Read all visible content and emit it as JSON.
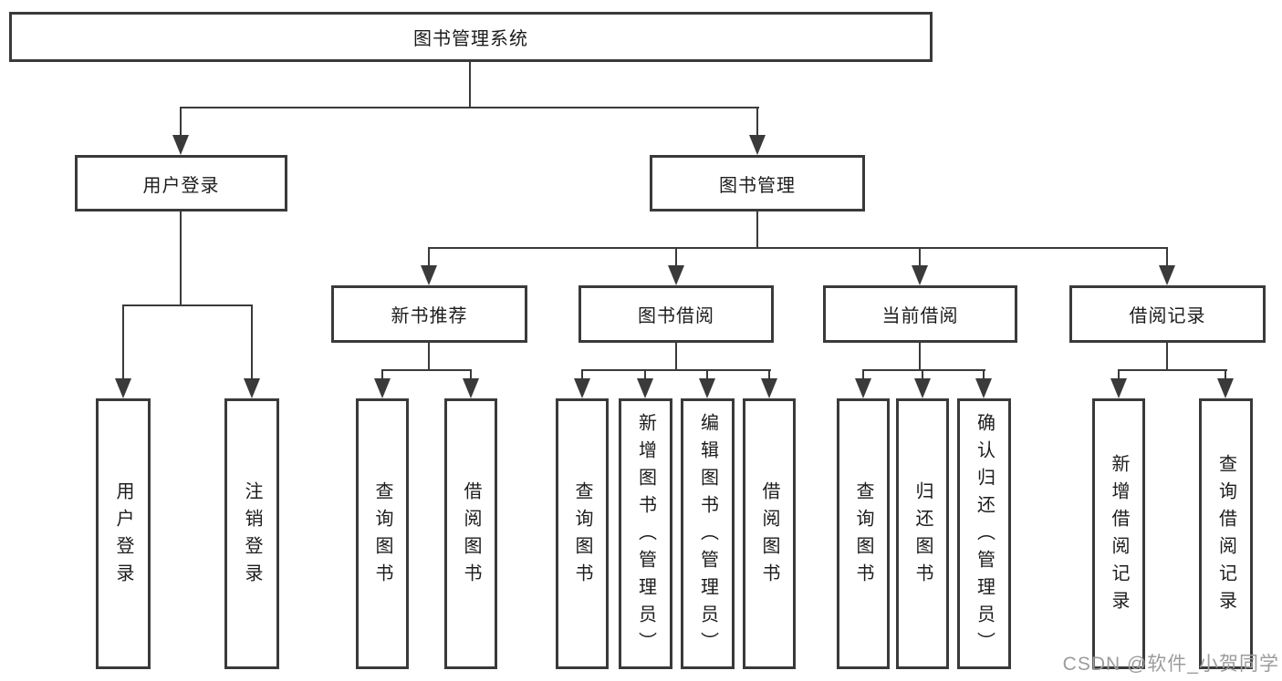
{
  "tree": {
    "label": "图书管理系统",
    "children": [
      {
        "label": "用户登录",
        "children": [
          {
            "label": "用户登录"
          },
          {
            "label": "注销登录"
          }
        ]
      },
      {
        "label": "图书管理",
        "children": [
          {
            "label": "新书推荐",
            "children": [
              {
                "label": "查询图书"
              },
              {
                "label": "借阅图书"
              }
            ]
          },
          {
            "label": "图书借阅",
            "children": [
              {
                "label": "查询图书"
              },
              {
                "label": "新增图书（管理员）"
              },
              {
                "label": "编辑图书（管理员）"
              },
              {
                "label": "借阅图书"
              }
            ]
          },
          {
            "label": "当前借阅",
            "children": [
              {
                "label": "查询图书"
              },
              {
                "label": "归还图书"
              },
              {
                "label": "确认归还（管理员）"
              }
            ]
          },
          {
            "label": "借阅记录",
            "children": [
              {
                "label": "新增借阅记录"
              },
              {
                "label": "查询借阅记录"
              }
            ]
          }
        ]
      }
    ]
  },
  "watermark": {
    "text": "CSDN @软件_小贺同学"
  },
  "colors": {
    "line": "#3a3a3a",
    "text": "#1c1c1c",
    "watermark": "#9c9c9c",
    "background": "#ffffff"
  }
}
